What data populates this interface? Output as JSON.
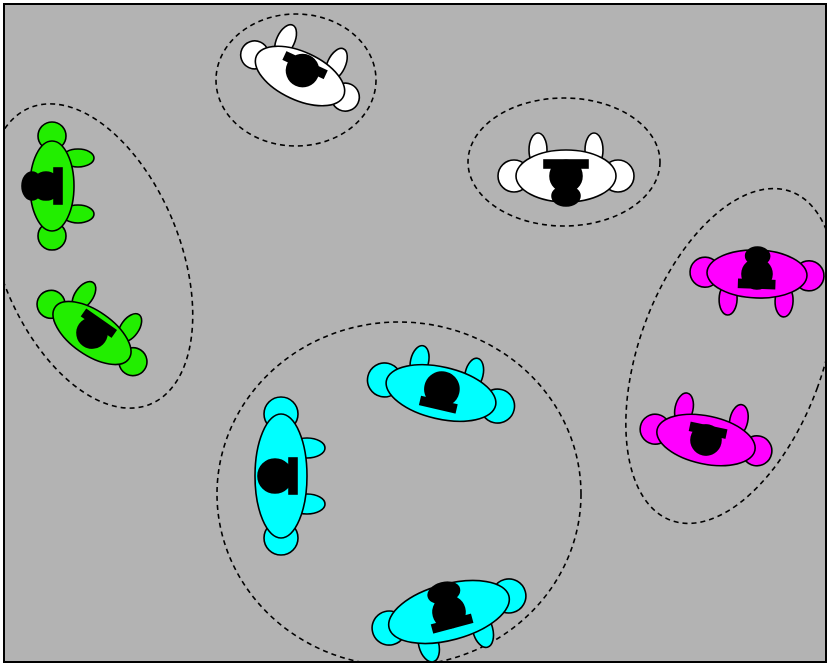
{
  "scene": {
    "background_color": "#b3b3b3",
    "border_color": "#000000",
    "head_color": "#000000",
    "outline_color": "#000000"
  },
  "groups": [
    {
      "name": "group-top-white",
      "color": "#ffffff",
      "member_count": 1
    },
    {
      "name": "group-upper-right-white",
      "color": "#ffffff",
      "member_count": 1
    },
    {
      "name": "group-left-green",
      "color": "#22ee00",
      "member_count": 2
    },
    {
      "name": "group-right-magenta",
      "color": "#ff00ff",
      "member_count": 2
    },
    {
      "name": "group-bottom-cyan",
      "color": "#00ffff",
      "member_count": 3
    }
  ]
}
